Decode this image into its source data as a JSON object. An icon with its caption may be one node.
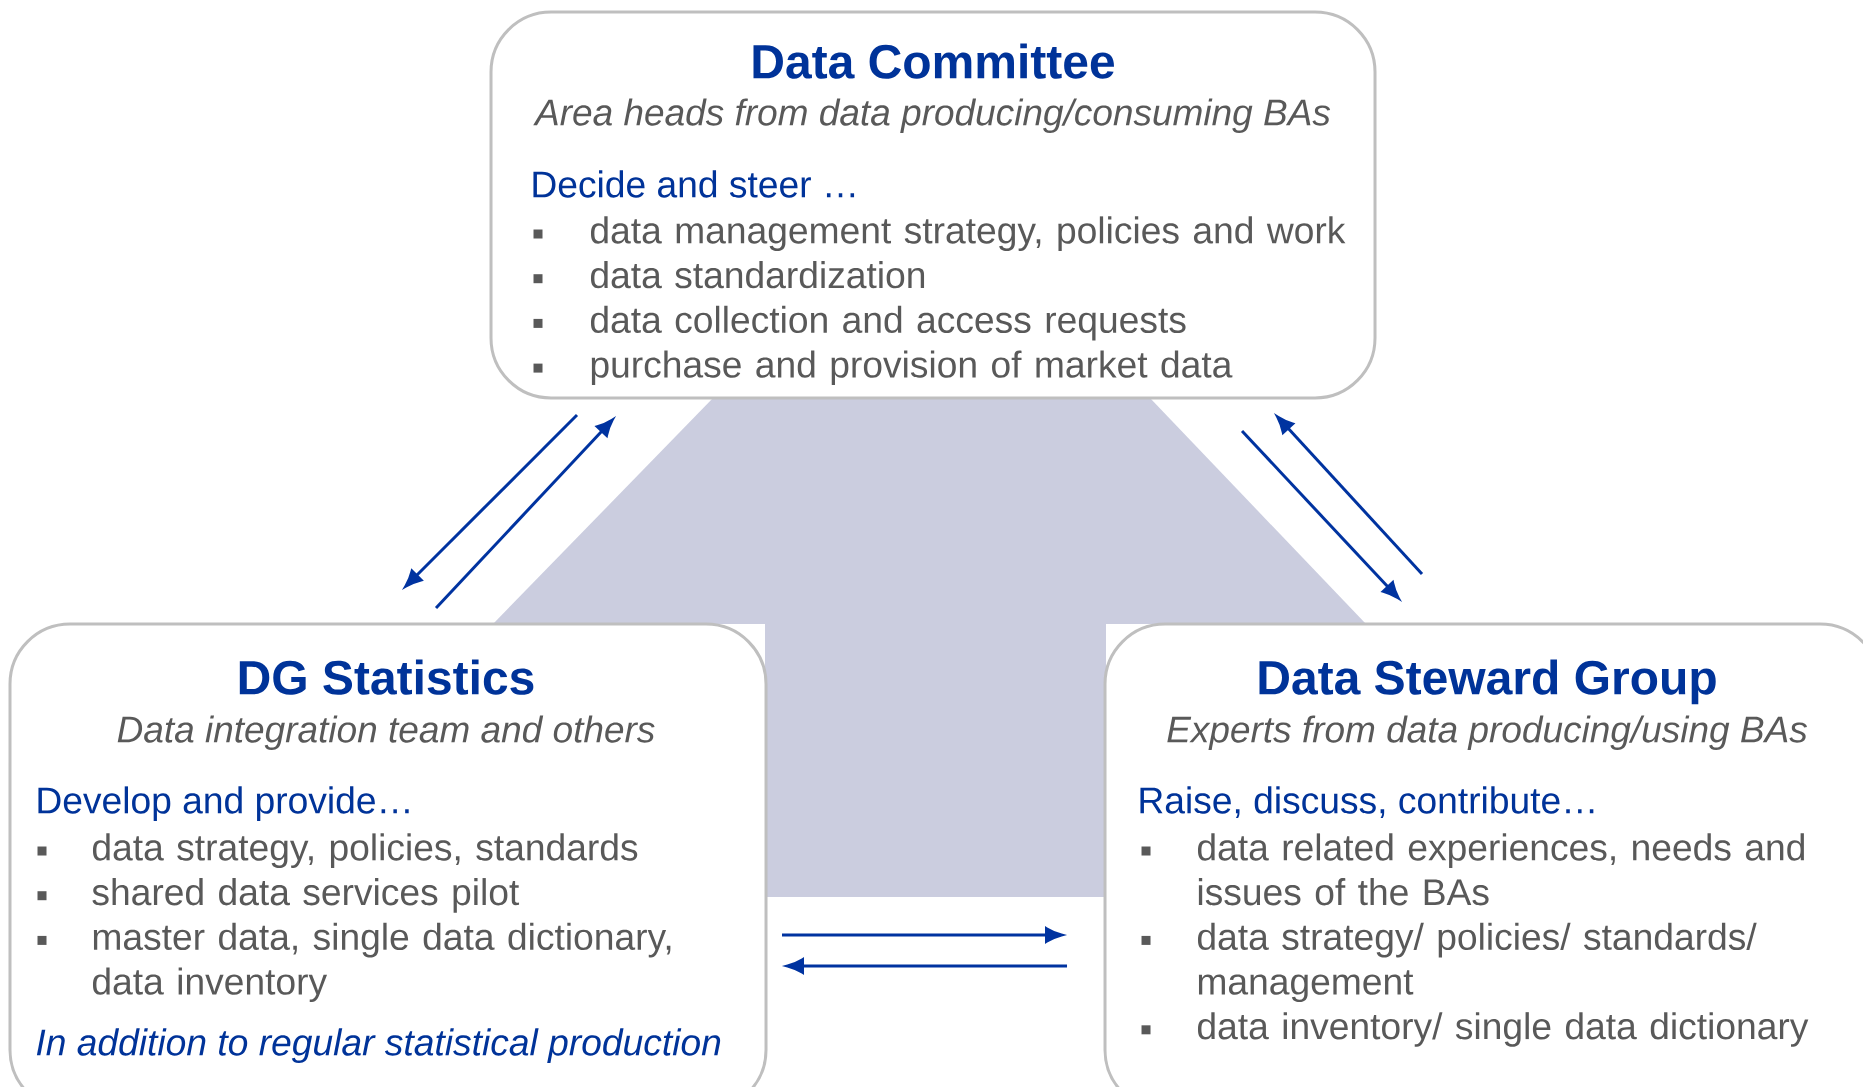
{
  "diagram": {
    "nodes": [
      {
        "text": [
          "Data Committee",
          "Area heads from data producing/consuming BAs",
          "Decide and steer …",
          "data management strategy, policies and work",
          "data standardization",
          "data collection and access requests",
          "purchase and provision of market data"
        ]
      },
      {
        "text": [
          "DG Statistics",
          "Data integration team and others",
          "Develop and provide…",
          "data strategy, policies, standards",
          "shared data services pilot",
          "master data, single data dictionary, data inventory",
          "In addition to regular statistical production"
        ]
      },
      {
        "text": [
          "Data Steward Group",
          "Experts from data producing/using BAs",
          "Raise, discuss, contribute…",
          "data related experiences, needs and issues of the BAs",
          "data strategy/ policies/ standards/ management",
          "data inventory/ single data dictionary"
        ]
      }
    ],
    "edges": [
      {
        "from": 0,
        "to": 1,
        "arrow": "to"
      },
      {
        "from": 1,
        "to": 0,
        "arrow": "to"
      },
      {
        "from": 0,
        "to": 2,
        "arrow": "to"
      },
      {
        "from": 2,
        "to": 0,
        "arrow": "to"
      },
      {
        "from": 1,
        "to": 2,
        "arrow": "to"
      },
      {
        "from": 2,
        "to": 1,
        "arrow": "to"
      }
    ]
  }
}
